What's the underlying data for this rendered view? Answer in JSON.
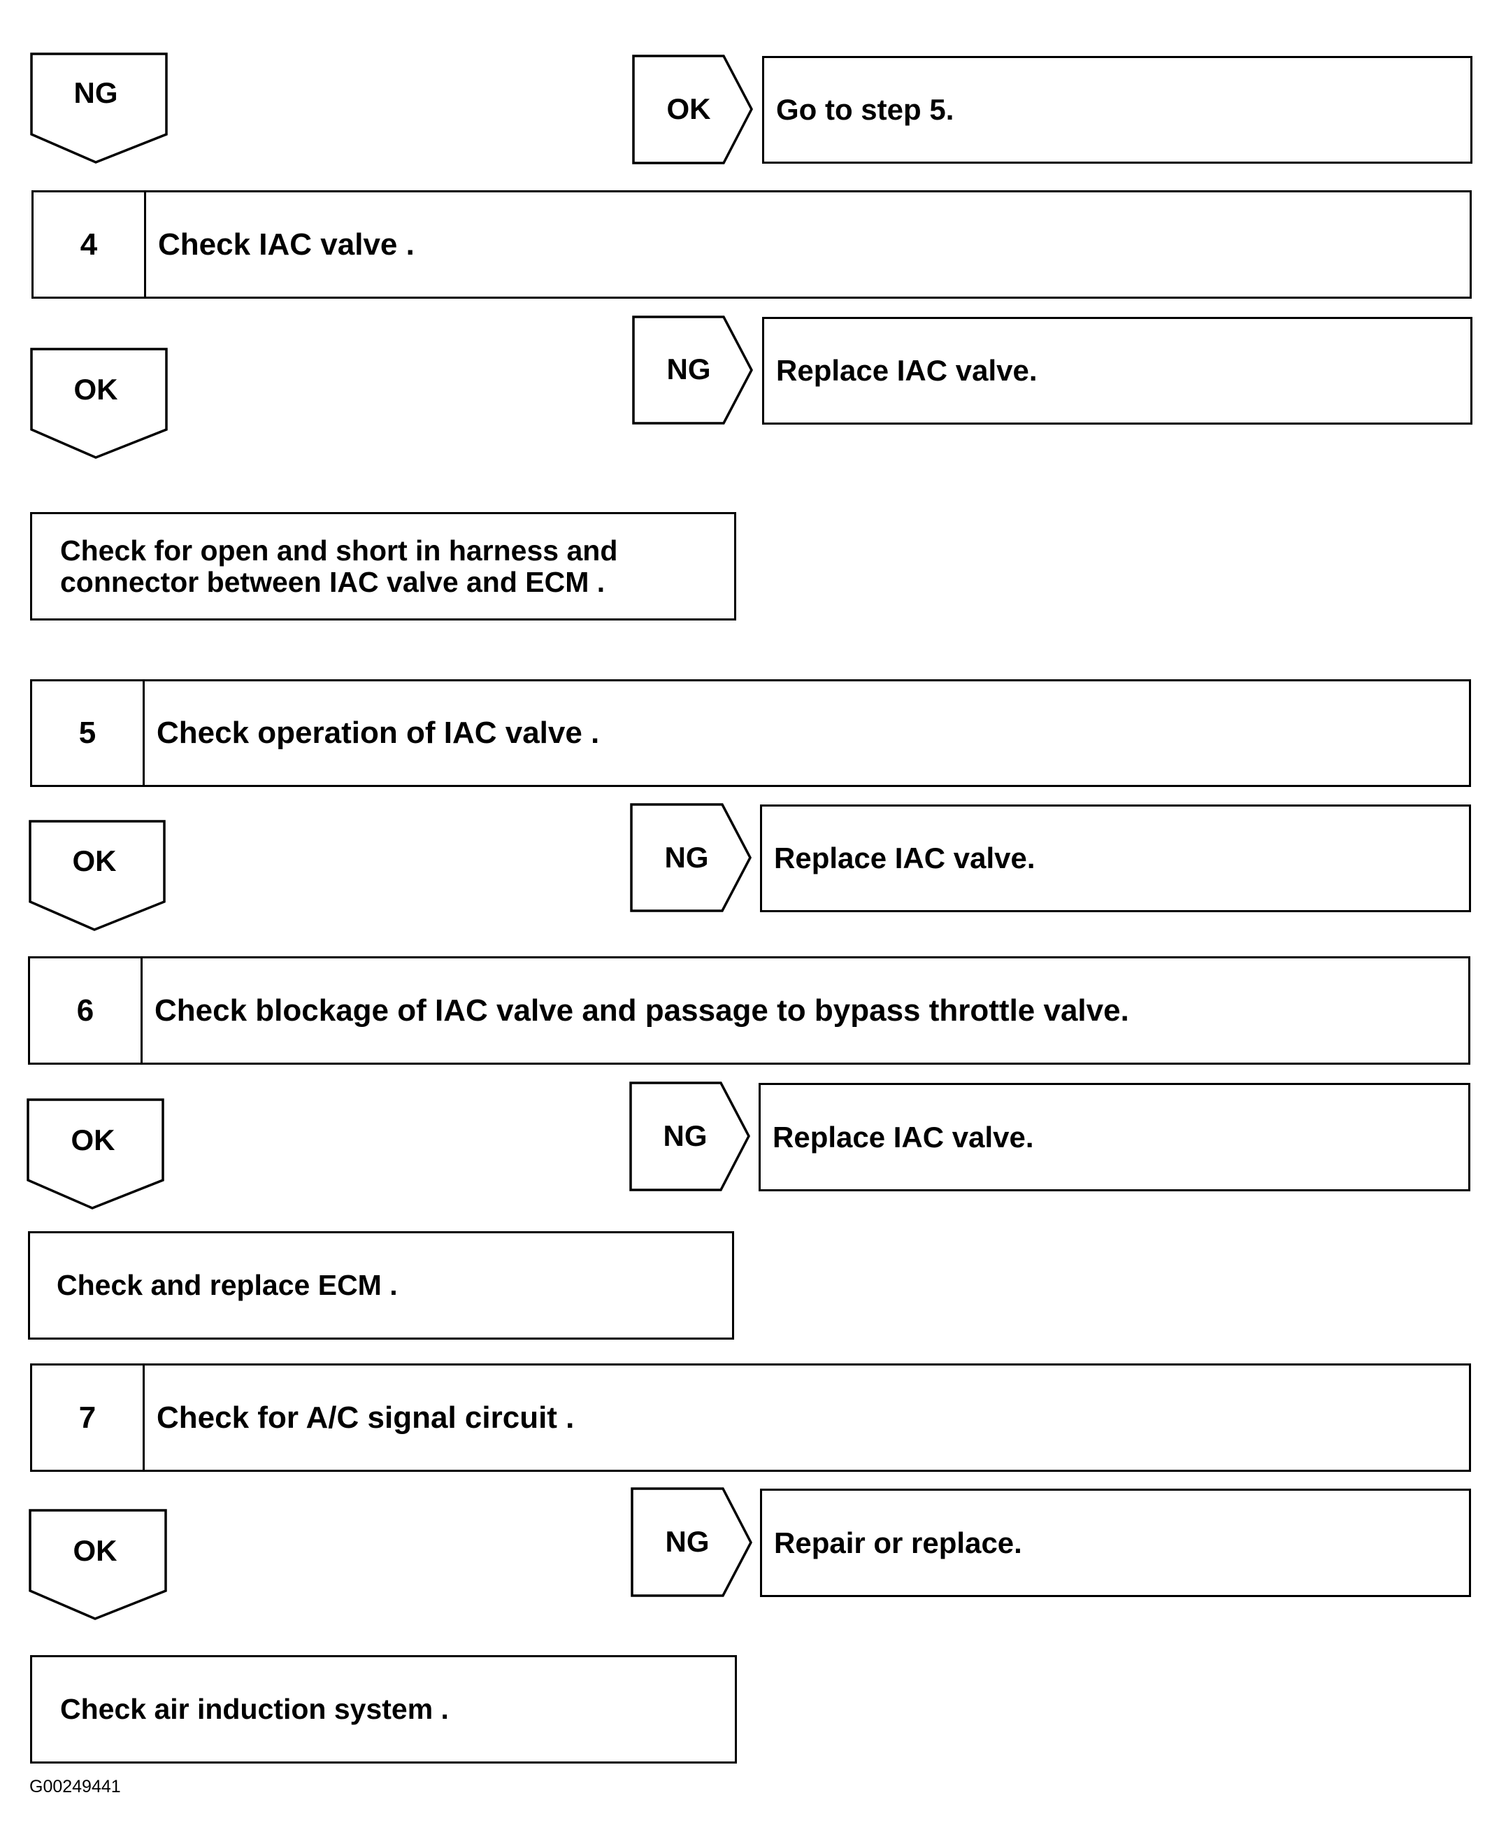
{
  "top": {
    "down_label": "NG",
    "right_label": "OK",
    "right_result": "Go to step 5."
  },
  "steps": [
    {
      "number": "4",
      "title": "Check IAC valve .",
      "down_label": "OK",
      "right_label": "NG",
      "right_result": "Replace IAC valve.",
      "note_lines": [
        "Check for open and short in harness and",
        "connector between IAC valve and ECM ."
      ]
    },
    {
      "number": "5",
      "title": "Check operation of IAC valve .",
      "down_label": "OK",
      "right_label": "NG",
      "right_result": "Replace IAC valve."
    },
    {
      "number": "6",
      "title": "Check blockage of IAC valve and passage to bypass throttle valve.",
      "down_label": "OK",
      "right_label": "NG",
      "right_result": "Replace IAC valve.",
      "note_lines": [
        "Check and replace ECM ."
      ]
    },
    {
      "number": "7",
      "title": "Check for A/C signal circuit .",
      "down_label": "OK",
      "right_label": "NG",
      "right_result": "Repair or replace.",
      "note_lines": [
        "Check air induction system ."
      ]
    }
  ],
  "figure_code": "G00249441"
}
